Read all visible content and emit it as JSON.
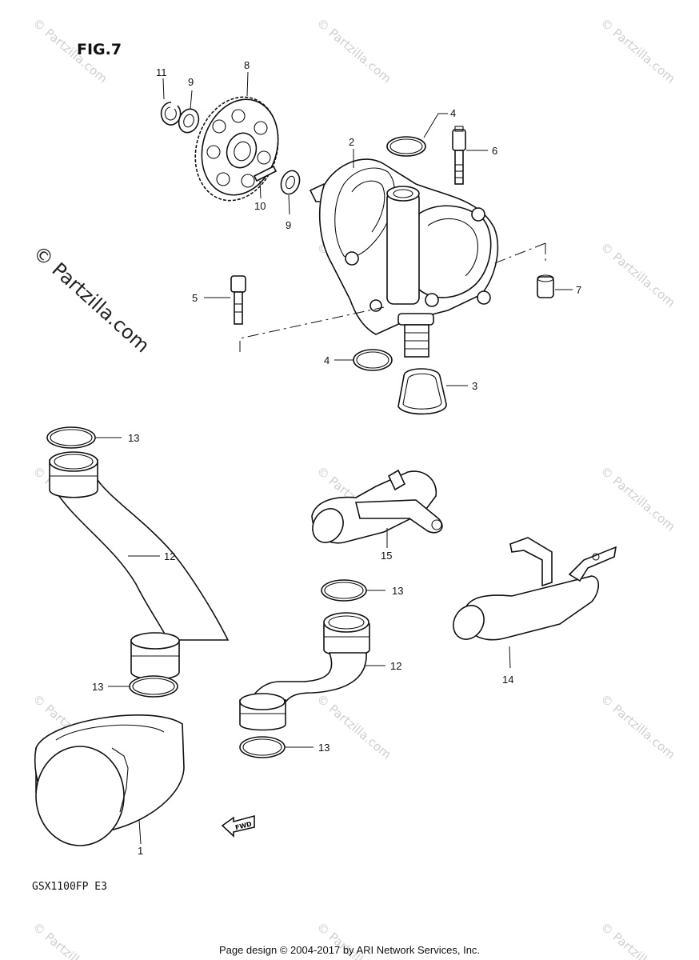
{
  "figure": {
    "title": "FIG.7",
    "model": "GSX1100FP  E3"
  },
  "footer": {
    "text": "Page design © 2004-2017 by ARI Network Services, Inc."
  },
  "watermark": {
    "main": "© Partzilla.com",
    "small": "© Partzilla.com"
  },
  "callouts": {
    "c1": "1",
    "c2": "2",
    "c3": "3",
    "c4a": "4",
    "c4b": "4",
    "c5": "5",
    "c6": "6",
    "c7": "7",
    "c8": "8",
    "c9a": "9",
    "c9b": "9",
    "c10": "10",
    "c11": "11",
    "c12a": "12",
    "c12b": "12",
    "c13a": "13",
    "c13b": "13",
    "c13c": "13",
    "c13d": "13",
    "c14": "14",
    "c15": "15"
  },
  "fwd_label": "FWD",
  "colors": {
    "line": "#111111",
    "watermark": "#cfcfcf",
    "background": "#ffffff"
  }
}
